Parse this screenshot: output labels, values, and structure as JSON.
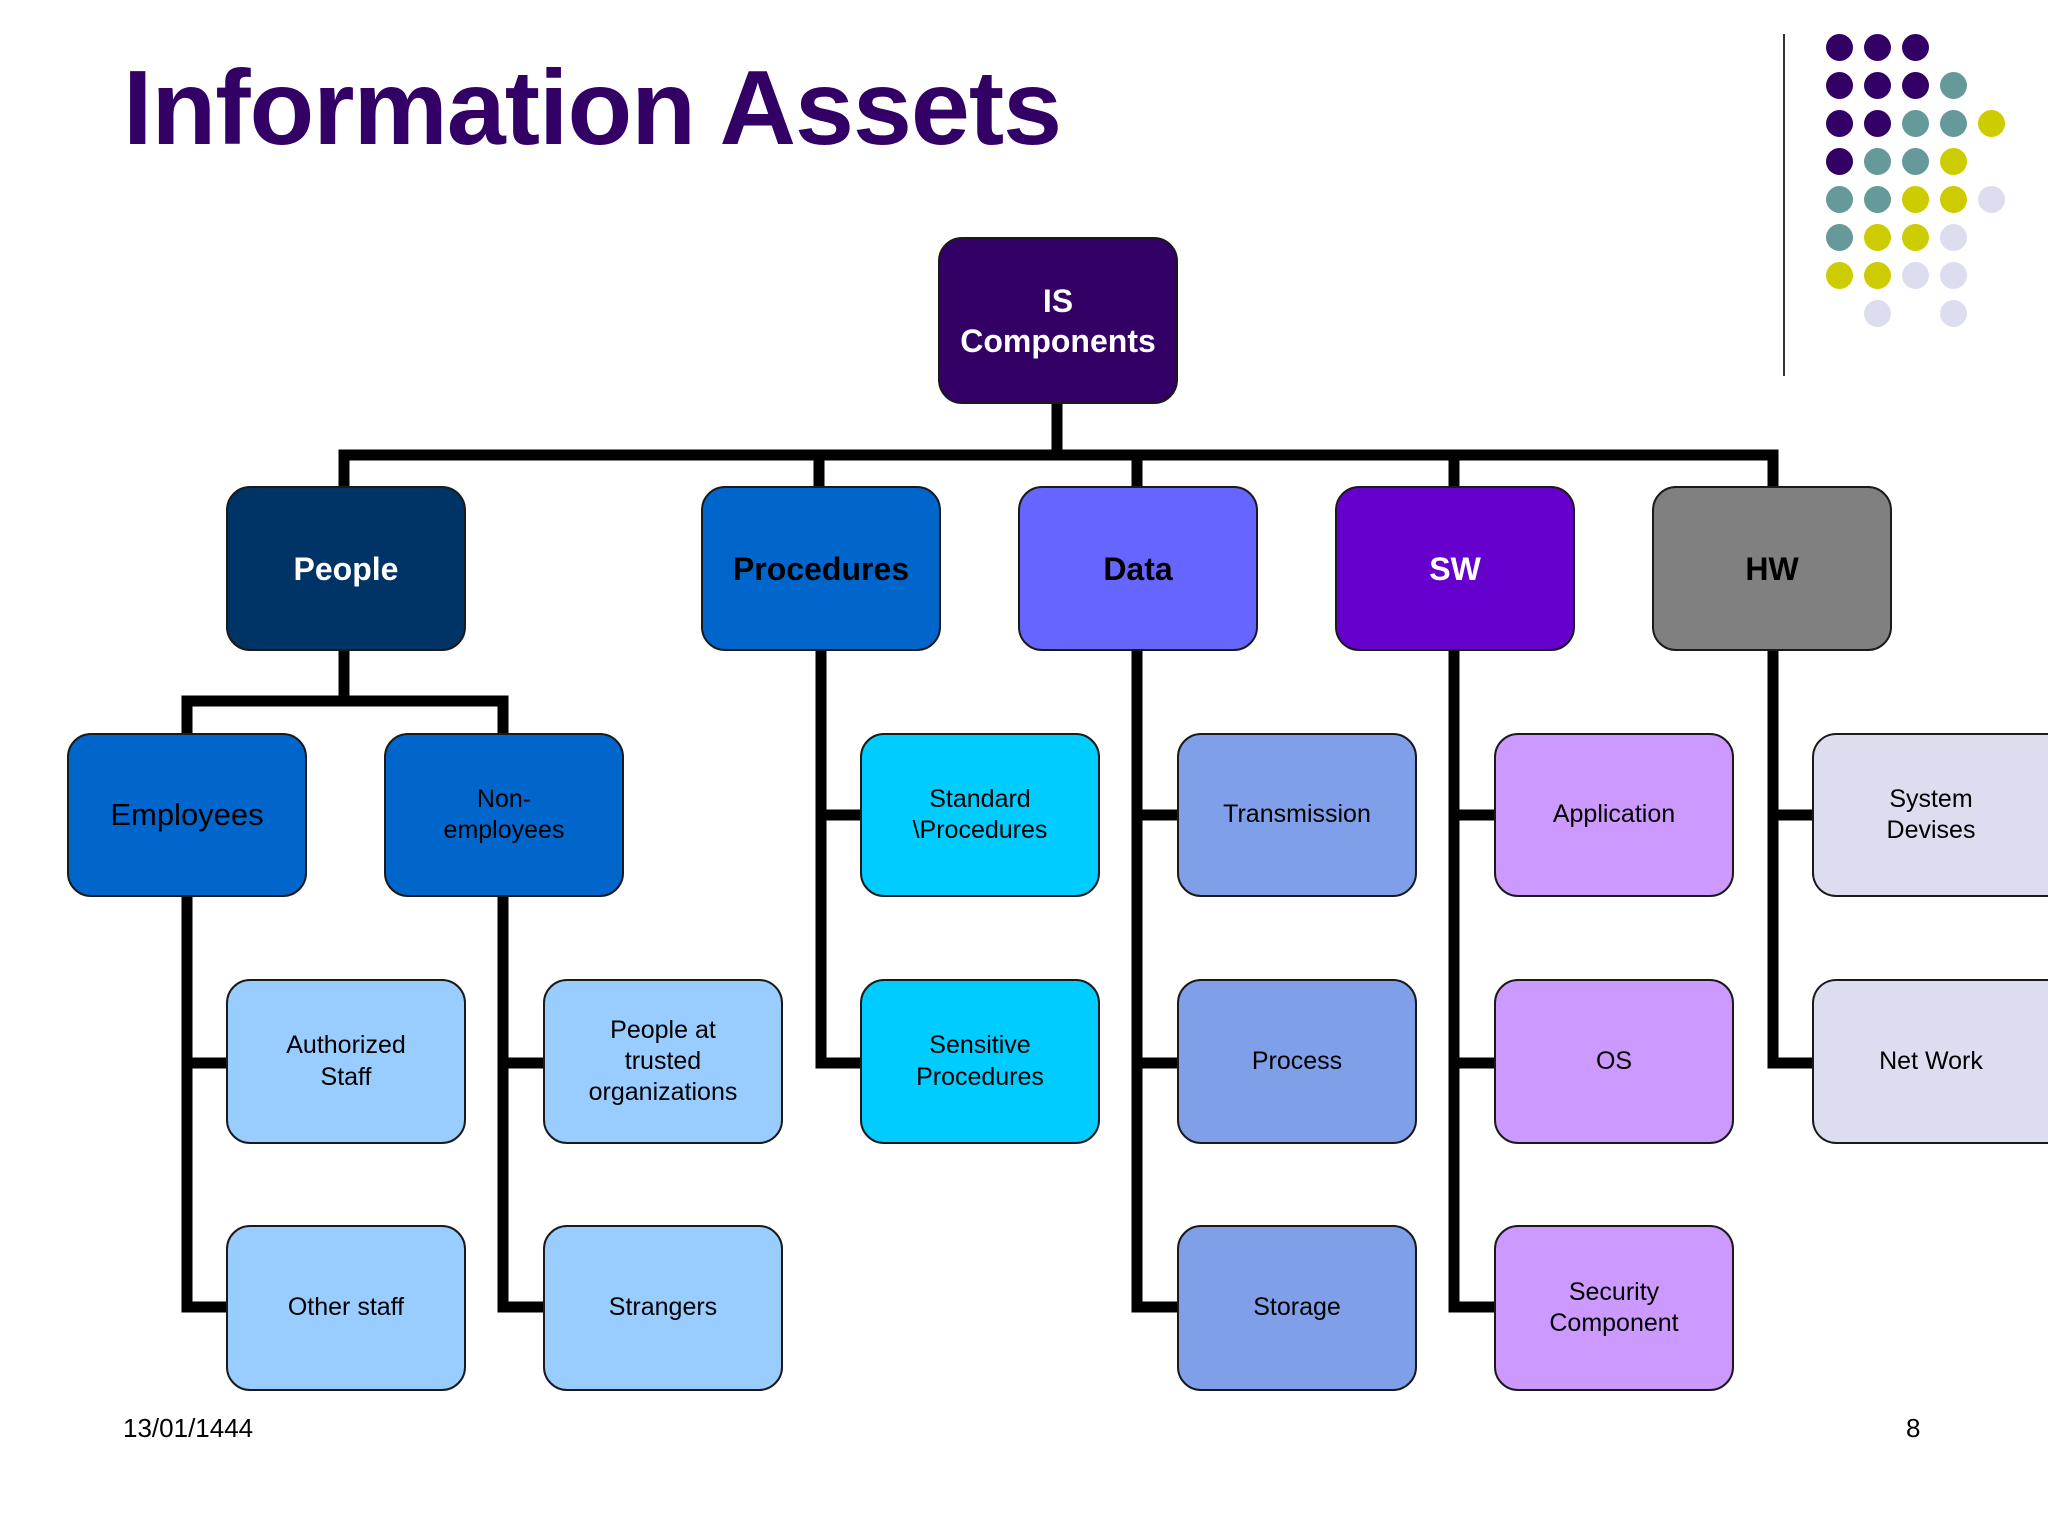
{
  "title": "Information Assets",
  "footer": {
    "date": "13/01/1444",
    "page": "8"
  },
  "colors": {
    "title": "#330066",
    "root": "#330066",
    "people": "#003366",
    "procedures": "#0066CC",
    "data": "#6666FF",
    "sw": "#6600CC",
    "hw": "#808080",
    "people_children": "#0066CC",
    "people_leaves": "#99CCFF",
    "procedure_leaves": "#00CCFF",
    "data_leaves": "#7F9FE9",
    "sw_leaves": "#CC99FF",
    "hw_leaves": "#DDDDF0",
    "dot_purple": "#330066",
    "dot_teal": "#669999",
    "dot_yellow": "#CCCC00",
    "dot_lavender": "#DDDDF0"
  },
  "diagram": {
    "root": "IS\nComponents",
    "categories": {
      "people": "People",
      "procedures": "Procedures",
      "data": "Data",
      "sw": "SW",
      "hw": "HW"
    },
    "people": {
      "employees": "Employees",
      "non_employees": "Non-\nemployees",
      "authorized_staff": "Authorized\nStaff",
      "other_staff": "Other staff",
      "trusted_orgs": "People at\ntrusted\norganizations",
      "strangers": "Strangers"
    },
    "procedures": {
      "standard": "Standard\n\\Procedures",
      "sensitive": "Sensitive\nProcedures"
    },
    "data": {
      "transmission": "Transmission",
      "process": "Process",
      "storage": "Storage"
    },
    "sw": {
      "application": "Application",
      "os": "OS",
      "security": "Security\nComponent"
    },
    "hw": {
      "system_devises": "System\nDevises",
      "network": "Net Work"
    }
  }
}
